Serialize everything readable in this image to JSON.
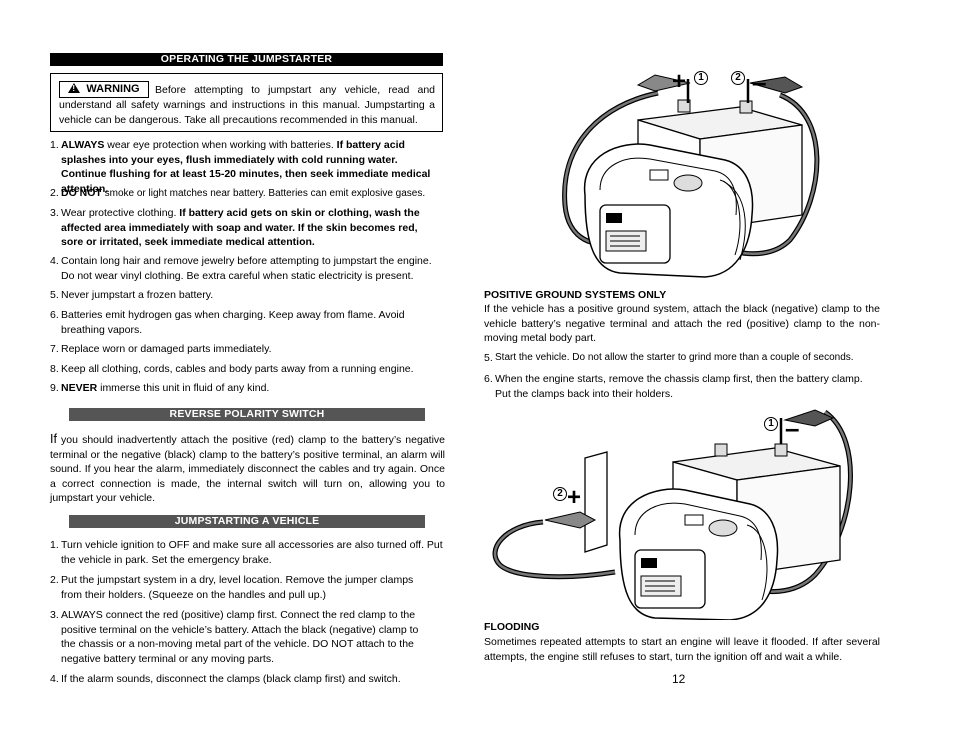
{
  "left": {
    "section1_title": "OPERATING THE JUMPSTARTER",
    "warning_label": "WARNING",
    "warning_text": "Before attempting to jumpstart any vehicle, read and understand all safety warnings and instructions in this manual. Jumpstarting a vehicle can be dangerous. Take all precautions recommended in this manual.",
    "safety_items": [
      {
        "num": "1.",
        "bold_lead": "ALWAYS",
        "text": " wear eye protection when working with batteries. ",
        "bold_tail": "If battery acid splashes into your eyes, flush immediately with cold running water. Continue flushing for at least 15-20 minutes, then seek immediate medical attention."
      },
      {
        "num": "2.",
        "bold_lead": "DO NOT",
        "text": " smoke or light matches near battery. Batteries can emit explosive gases.",
        "bold_tail": ""
      },
      {
        "num": "3.",
        "bold_lead": "",
        "text": "Wear protective clothing. ",
        "bold_tail": "If battery acid gets on skin or clothing, wash the affected area immediately with soap and water. If the skin becomes red, sore or irritated, seek immediate medical attention."
      },
      {
        "num": "4.",
        "bold_lead": "",
        "text": "Contain long hair and remove jewelry before attempting to jumpstart the engine. Do not wear vinyl clothing. Be extra careful when static electricity is present.",
        "bold_tail": ""
      },
      {
        "num": "5.",
        "bold_lead": "",
        "text": "Never jumpstart a frozen battery.",
        "bold_tail": ""
      },
      {
        "num": "6.",
        "bold_lead": "",
        "text": "Batteries emit hydrogen gas when charging. Keep away from flame. Avoid breathing vapors.",
        "bold_tail": ""
      },
      {
        "num": "7.",
        "bold_lead": "",
        "text": "Replace worn or damaged parts immediately.",
        "bold_tail": ""
      },
      {
        "num": "8.",
        "bold_lead": "",
        "text": "Keep all clothing, cords, cables and body parts away from a running engine.",
        "bold_tail": ""
      },
      {
        "num": "9.",
        "bold_lead": "NEVER",
        "text": " immerse this unit in fluid of any kind.",
        "bold_tail": ""
      }
    ],
    "section2_title": "REVERSE POLARITY SWITCH",
    "reverse_first_word": "If",
    "reverse_text": " you should inadvertently attach the positive (red) clamp to the battery’s negative terminal or the negative (black) clamp to the battery’s positive terminal, an alarm will sound. If you hear the alarm, immediately disconnect the cables and try again. Once a correct connection is made, the internal switch will turn on, allowing you to jumpstart your vehicle.",
    "section3_title": "JUMPSTARTING A VEHICLE",
    "jump_items": [
      {
        "num": "1.",
        "text": "Turn vehicle ignition to OFF and make sure all accessories are also turned off. Put the vehicle in park. Set the emergency brake."
      },
      {
        "num": "2.",
        "text": "Put the jumpstart system in a dry, level location. Remove the jumper clamps from their holders. (Squeeze on the handles and pull up.)"
      },
      {
        "num": "3.",
        "text": "ALWAYS connect the red (positive) clamp first. Connect the red clamp to the positive terminal on the vehicle’s battery. Attach the black (negative) clamp to the chassis or a non-moving metal part of the vehicle. DO NOT attach to the negative battery terminal or any moving parts."
      },
      {
        "num": "4.",
        "text": "If the alarm sounds, disconnect the clamps (black clamp first) and switch."
      }
    ]
  },
  "right": {
    "figure1_callouts": [
      "1",
      "2"
    ],
    "figure1_signs": [
      "+",
      "–"
    ],
    "positive_ground_title": "POSITIVE GROUND SYSTEMS ONLY",
    "positive_ground_text": "If the vehicle has a positive ground system, attach the black (negative) clamp to the vehicle battery’s negative terminal and attach the red (positive) clamp to the non-moving metal body part.",
    "steps": [
      {
        "num": "5.",
        "text": "Start the vehicle. Do not allow the starter to grind more than a couple of seconds."
      },
      {
        "num": "6.",
        "text": "When the engine starts, remove the chassis clamp first, then the battery clamp. Put the clamps back into their holders."
      }
    ],
    "figure2_callouts": [
      "1",
      "2"
    ],
    "figure2_signs": [
      "–",
      "+"
    ],
    "flooding_title": "FLOODING",
    "flooding_text": "Sometimes repeated attempts to start an engine will leave it flooded. If after several attempts, the engine still refuses to start, turn the ignition off and wait a while."
  },
  "page_number": "12",
  "colors": {
    "bar_black": "#000000",
    "bar_gray": "#555555"
  }
}
